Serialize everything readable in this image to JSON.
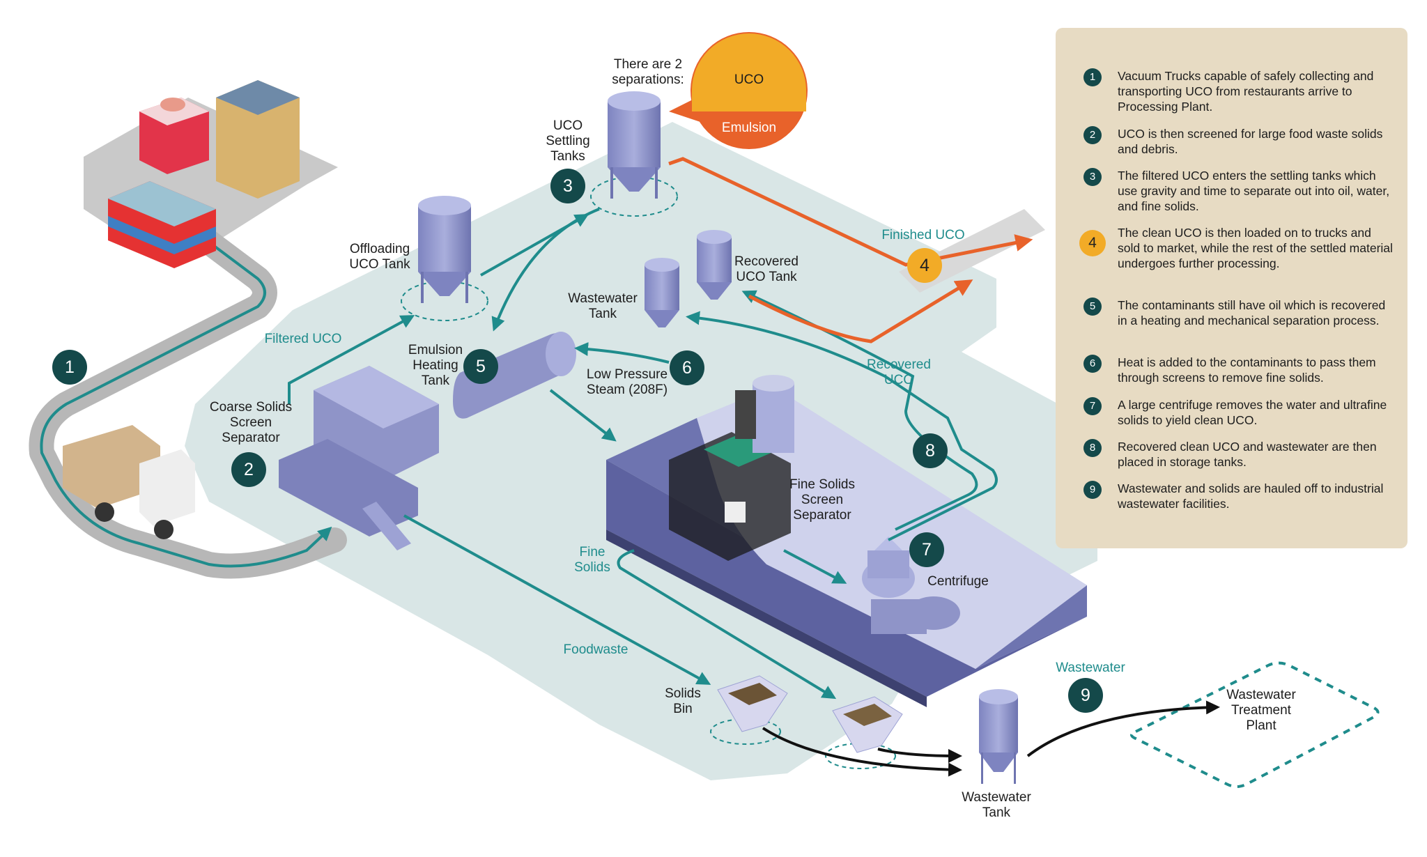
{
  "labels": {
    "separations": "There are 2\nseparations:",
    "uco": "UCO",
    "emulsion": "Emulsion",
    "uco_settling": "UCO\nSettling\nTanks",
    "offloading": "Offloading\nUCO Tank",
    "filtered_uco": "Filtered UCO",
    "emulsion_heating": "Emulsion\nHeating\nTank",
    "coarse_solids": "Coarse Solids\nScreen\nSeparator",
    "finished_uco": "Finished UCO",
    "recovered_uco_tank": "Recovered\nUCO Tank",
    "wastewater_tank_top": "Wastewater\nTank",
    "low_pressure_steam": "Low Pressure\nSteam (208F)",
    "recovered_uco": "Recovered\nUCO",
    "fine_solids_sep": "Fine Solids\nScreen\nSeparator",
    "centrifuge": "Centrifuge",
    "fine_solids": "Fine\nSolids",
    "foodwaste": "Foodwaste",
    "solids_bin": "Solids\nBin",
    "wastewater": "Wastewater",
    "wastewater_tank_bottom": "Wastewater\nTank",
    "treatment_plant": "Wastewater\nTreatment\nPlant"
  },
  "badges": [
    "1",
    "2",
    "3",
    "4",
    "5",
    "6",
    "7",
    "8",
    "9"
  ],
  "legend": [
    {
      "num": "1",
      "text": "Vacuum Trucks capable of safely collecting and transporting UCO from restaurants arrive to Processing Plant."
    },
    {
      "num": "2",
      "text": "UCO is then screened for large food waste solids and debris."
    },
    {
      "num": "3",
      "text": "The filtered UCO enters the settling tanks which use gravity and time to separate out into oil, water, and fine solids."
    },
    {
      "num": "4",
      "text": "The clean UCO is then loaded on to trucks and sold to market, while the rest of the settled material undergoes further processing."
    },
    {
      "num": "5",
      "text": "The contaminants still have oil which is recovered in a heating and mechanical separation process."
    },
    {
      "num": "6",
      "text": "Heat is added to the contaminants to pass them through screens to remove fine solids."
    },
    {
      "num": "7",
      "text": "A large centrifuge removes the water and ultrafine solids to yield clean UCO."
    },
    {
      "num": "8",
      "text": "Recovered clean UCO and wastewater are then placed in storage tanks."
    },
    {
      "num": "9",
      "text": "Wastewater and solids are hauled off to industrial wastewater facilities."
    }
  ],
  "colors": {
    "teal_flow": "#1f8c8c",
    "orange_flow": "#e8622a",
    "badge": "#14494a",
    "gold": "#f2ab27",
    "legend_bg": "#e7dbc3",
    "floor": "#d9e6e6",
    "equipment": "#8f94c8"
  }
}
